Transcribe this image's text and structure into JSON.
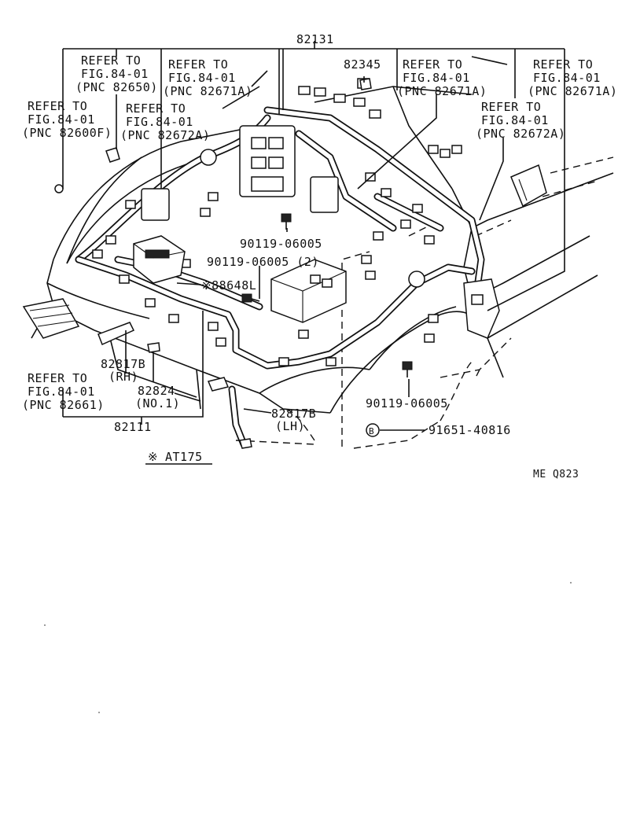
{
  "diagram": {
    "main_part": "82131",
    "sub_part": "82111",
    "code": "ME Q823",
    "note_symbol": "※",
    "note_code": "AT175",
    "refs": [
      {
        "id": "r1",
        "line1": "REFER TO",
        "line2": "FIG.84-01",
        "line3": "(PNC 82650)"
      },
      {
        "id": "r2",
        "line1": "REFER TO",
        "line2": "FIG.84-01",
        "line3": "(PNC 82671A)"
      },
      {
        "id": "r3",
        "line1": "REFER TO",
        "line2": "FIG.84-01",
        "line3": "(PNC 82671A)"
      },
      {
        "id": "r4",
        "line1": "REFER TO",
        "line2": "FIG.84-01",
        "line3": "(PNC 82671A)"
      },
      {
        "id": "r5",
        "line1": "REFER TO",
        "line2": "FIG.84-01",
        "line3": "(PNC 82600F)"
      },
      {
        "id": "r6",
        "line1": "REFER TO",
        "line2": "FIG.84-01",
        "line3": "(PNC 82672A)"
      },
      {
        "id": "r7",
        "line1": "REFER TO",
        "line2": "FIG.84-01",
        "line3": "(PNC 82672A)"
      },
      {
        "id": "r8",
        "line1": "REFER TO",
        "line2": "FIG.84-01",
        "line3": "(PNC 82661)"
      }
    ],
    "parts": {
      "p82345": "82345",
      "bolt_a": "90119-06005",
      "bolt_b": "90119-06005 (2)",
      "bolt_c": "90119-06005",
      "relay": "※88648L",
      "p82817b_rh": "82817B",
      "rh": "(RH)",
      "p82824": "82824",
      "no1": "(NO.1)",
      "p82817b_lh": "82817B",
      "lh": "(LH)",
      "clip_symbol": "B",
      "clip": "91651-40816"
    }
  }
}
